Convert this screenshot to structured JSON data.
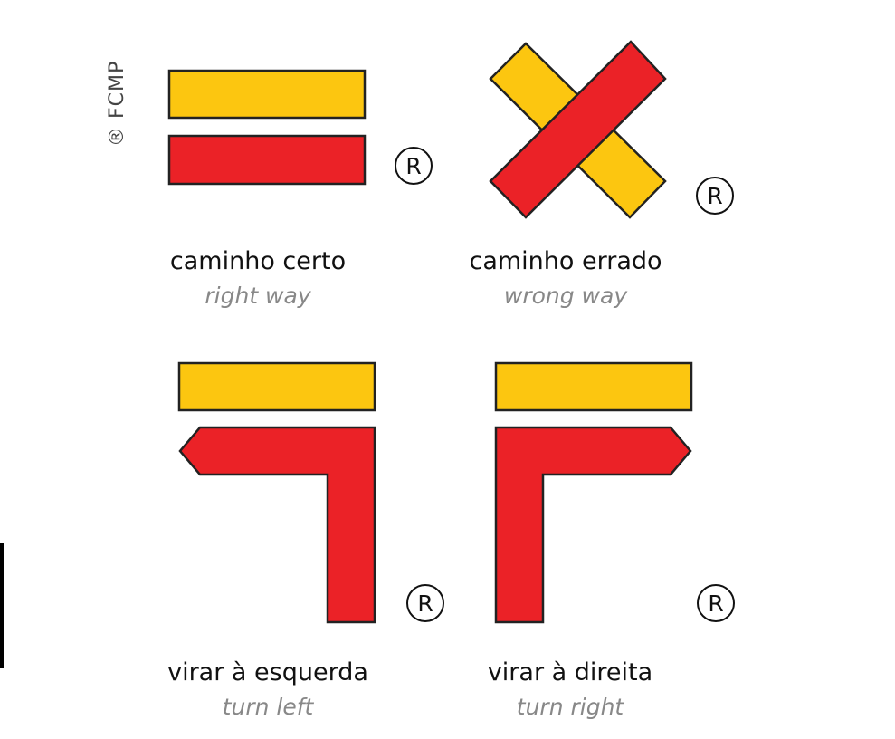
{
  "copyright_text": "® FCMP",
  "reg_symbol": "R",
  "colors": {
    "yellow": "#fcc610",
    "red": "#eb2227",
    "outline": "#222222",
    "english_text": "#888888"
  },
  "symbols": [
    {
      "id": "right-way",
      "portuguese": "caminho certo",
      "english": "right way"
    },
    {
      "id": "wrong-way",
      "portuguese": "caminho errado",
      "english": "wrong way"
    },
    {
      "id": "turn-left",
      "portuguese": "virar à esquerda",
      "english": "turn left"
    },
    {
      "id": "turn-right",
      "portuguese": "virar à direita",
      "english": "turn right"
    }
  ]
}
